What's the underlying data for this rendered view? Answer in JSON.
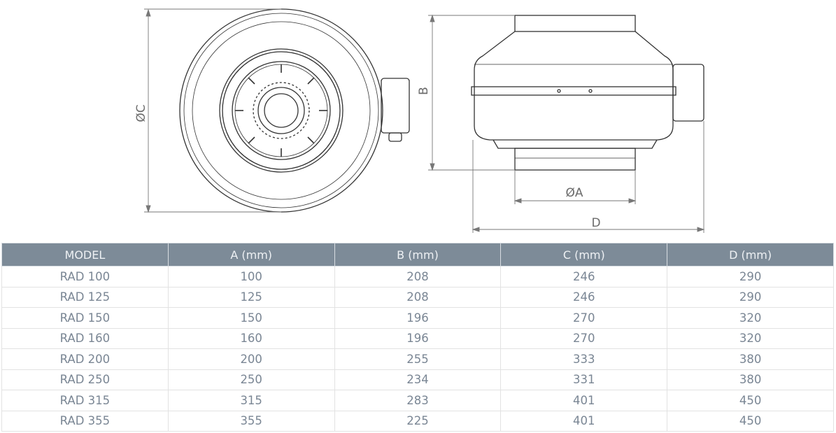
{
  "drawing": {
    "labels": {
      "dim_c": "ØC",
      "dim_b": "B",
      "dim_a": "ØA",
      "dim_d": "D"
    }
  },
  "table": {
    "headers": [
      "MODEL",
      "A (mm)",
      "B (mm)",
      "C (mm)",
      "D (mm)"
    ],
    "rows": [
      [
        "RAD 100",
        "100",
        "208",
        "246",
        "290"
      ],
      [
        "RAD 125",
        "125",
        "208",
        "246",
        "290"
      ],
      [
        "RAD 150",
        "150",
        "196",
        "270",
        "320"
      ],
      [
        "RAD 160",
        "160",
        "196",
        "270",
        "320"
      ],
      [
        "RAD 200",
        "200",
        "255",
        "333",
        "380"
      ],
      [
        "RAD 250",
        "250",
        "234",
        "331",
        "380"
      ],
      [
        "RAD 315",
        "315",
        "283",
        "401",
        "450"
      ],
      [
        "RAD 355",
        "355",
        "225",
        "401",
        "450"
      ]
    ]
  }
}
